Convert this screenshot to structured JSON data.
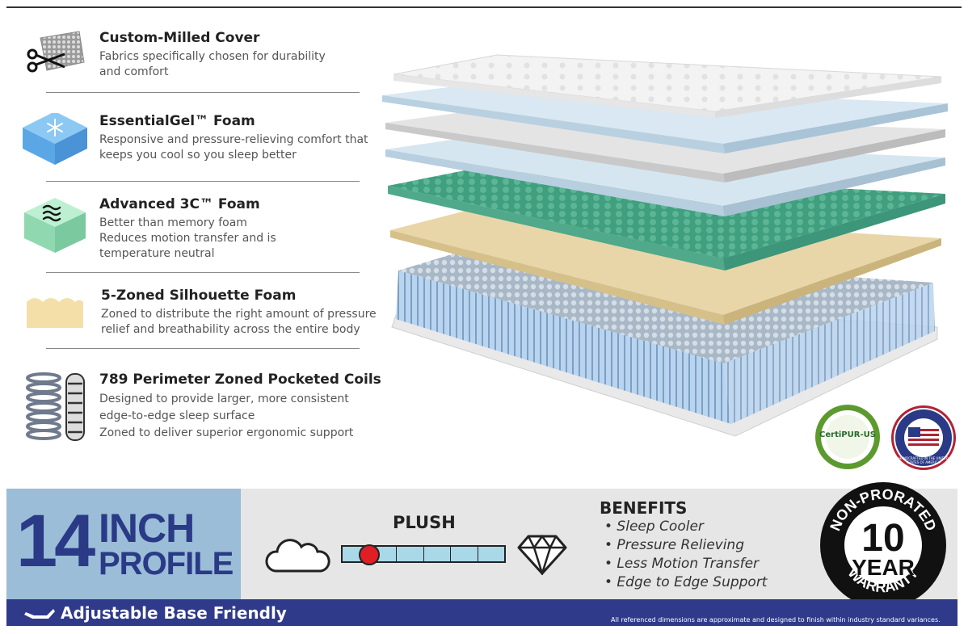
{
  "features": [
    {
      "title": "Custom-Milled Cover",
      "lines": [
        "Fabrics specifically chosen for durability",
        "and comfort"
      ],
      "icon": "fabric-scissors-icon"
    },
    {
      "title": "EssentialGel™ Foam",
      "lines": [
        "Responsive and pressure-relieving comfort that",
        "keeps you cool so you sleep better"
      ],
      "icon": "gel-snowflake-icon"
    },
    {
      "title": "Advanced 3C™ Foam",
      "lines": [
        "Better than memory foam",
        "Reduces motion transfer and is",
        "temperature neutral"
      ],
      "icon": "foam-waves-icon"
    },
    {
      "title": "5-Zoned Silhouette Foam",
      "lines": [
        "Zoned to distribute the right amount of pressure",
        "relief and breathability across the entire body"
      ],
      "icon": "zoned-foam-icon"
    },
    {
      "title": "789 Perimeter Zoned Pocketed Coils",
      "lines": [
        "Designed to provide larger, more consistent",
        "edge-to-edge sleep surface",
        "Zoned to deliver superior ergonomic support"
      ],
      "icon": "coil-springs-icon"
    }
  ],
  "badges": {
    "certipur": "CertiPUR-US",
    "usa": "HANDCRAFTED IN THE UNITED STATES OF AMERICA"
  },
  "profile": {
    "number": "14",
    "unit": "INCH",
    "label": "PROFILE"
  },
  "feel": {
    "label": "PLUSH",
    "level": 0.17,
    "segments": 6
  },
  "benefits": {
    "title": "BENEFITS",
    "items": [
      "• Sleep Cooler",
      "• Pressure Relieving",
      "• Less Motion Transfer",
      "• Edge to Edge Support"
    ]
  },
  "warranty": {
    "top": "NON-PRORATED",
    "number": "10",
    "year": "YEAR",
    "bottom": "WARRANTY"
  },
  "footer": {
    "label": "Adjustable Base Friendly",
    "note": "All referenced dimensions are approximate and designed to finish within industry standard variances."
  },
  "colors": {
    "navy": "#2f3a8a",
    "profile_blue": "#9bbdd8",
    "plush_red": "#e01e25",
    "gel_blue": "#5ba7e6",
    "foam_green": "#8fd8b0",
    "zoned_yellow": "#f4dfa8"
  }
}
